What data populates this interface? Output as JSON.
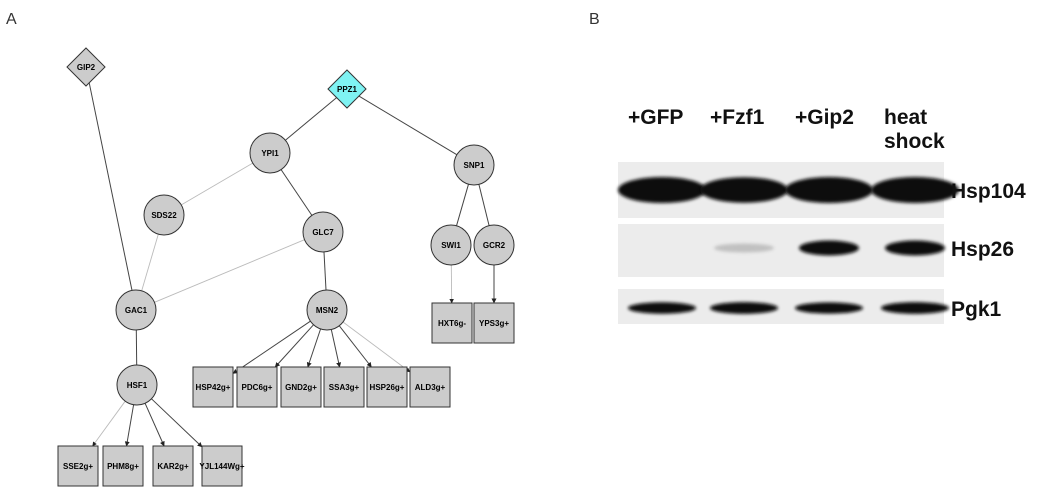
{
  "panels": {
    "a": "A",
    "b": "B"
  },
  "network": {
    "colors": {
      "node": "#cccccc",
      "highlight": "#7ff3f3",
      "stroke": "#333333",
      "edge_solid": "#444444",
      "edge_light": "#bbbbbb"
    },
    "nodes": [
      {
        "id": "GIP2",
        "label": "GIP2",
        "shape": "diamond"
      },
      {
        "id": "PPZ1",
        "label": "PPZ1",
        "shape": "diamond",
        "highlight": true
      },
      {
        "id": "YPI1",
        "label": "YPI1",
        "shape": "circle"
      },
      {
        "id": "SNP1",
        "label": "SNP1",
        "shape": "circle"
      },
      {
        "id": "SDS22",
        "label": "SDS22",
        "shape": "circle"
      },
      {
        "id": "GLC7",
        "label": "GLC7",
        "shape": "circle"
      },
      {
        "id": "SWI1",
        "label": "SWI1",
        "shape": "circle"
      },
      {
        "id": "GCR2",
        "label": "GCR2",
        "shape": "circle"
      },
      {
        "id": "GAC1",
        "label": "GAC1",
        "shape": "circle"
      },
      {
        "id": "MSN2",
        "label": "MSN2",
        "shape": "circle"
      },
      {
        "id": "HSF1",
        "label": "HSF1",
        "shape": "circle"
      },
      {
        "id": "HXT6g-",
        "label": "HXT6g-",
        "shape": "square"
      },
      {
        "id": "YPS3g+",
        "label": "YPS3g+",
        "shape": "square"
      },
      {
        "id": "HSP42g+",
        "label": "HSP42g+",
        "shape": "square"
      },
      {
        "id": "PDC6g+",
        "label": "PDC6g+",
        "shape": "square"
      },
      {
        "id": "GND2g+",
        "label": "GND2g+",
        "shape": "square"
      },
      {
        "id": "SSA3g+",
        "label": "SSA3g+",
        "shape": "square"
      },
      {
        "id": "HSP26g+",
        "label": "HSP26g+",
        "shape": "square"
      },
      {
        "id": "ALD3g+",
        "label": "ALD3g+",
        "shape": "square"
      },
      {
        "id": "SSE2g+",
        "label": "SSE2g+",
        "shape": "square"
      },
      {
        "id": "PHM8g+",
        "label": "PHM8g+",
        "shape": "square"
      },
      {
        "id": "KAR2g+",
        "label": "KAR2g+",
        "shape": "square"
      },
      {
        "id": "YJL144Wg+",
        "label": "YJL144Wg+",
        "shape": "square"
      }
    ],
    "edges": [
      {
        "from": "PPZ1",
        "to": "YPI1",
        "style": "solid"
      },
      {
        "from": "PPZ1",
        "to": "SNP1",
        "style": "solid"
      },
      {
        "from": "GIP2",
        "to": "GAC1",
        "style": "solid"
      },
      {
        "from": "YPI1",
        "to": "SDS22",
        "style": "light"
      },
      {
        "from": "YPI1",
        "to": "GLC7",
        "style": "solid"
      },
      {
        "from": "SDS22",
        "to": "GAC1",
        "style": "light"
      },
      {
        "from": "GLC7",
        "to": "GAC1",
        "style": "light"
      },
      {
        "from": "GLC7",
        "to": "MSN2",
        "style": "solid"
      },
      {
        "from": "SNP1",
        "to": "SWI1",
        "style": "solid"
      },
      {
        "from": "SNP1",
        "to": "GCR2",
        "style": "solid"
      },
      {
        "from": "SWI1",
        "to": "HXT6g-",
        "style": "light",
        "arrow": true
      },
      {
        "from": "GCR2",
        "to": "YPS3g+",
        "style": "solid",
        "arrow": true
      },
      {
        "from": "GAC1",
        "to": "HSF1",
        "style": "solid"
      },
      {
        "from": "MSN2",
        "to": "HSP42g+",
        "style": "solid",
        "arrow": true
      },
      {
        "from": "MSN2",
        "to": "PDC6g+",
        "style": "solid",
        "arrow": true
      },
      {
        "from": "MSN2",
        "to": "GND2g+",
        "style": "solid",
        "arrow": true
      },
      {
        "from": "MSN2",
        "to": "SSA3g+",
        "style": "solid",
        "arrow": true
      },
      {
        "from": "MSN2",
        "to": "HSP26g+",
        "style": "solid",
        "arrow": true
      },
      {
        "from": "MSN2",
        "to": "ALD3g+",
        "style": "light",
        "arrow": true
      },
      {
        "from": "HSF1",
        "to": "SSE2g+",
        "style": "light",
        "arrow": true
      },
      {
        "from": "HSF1",
        "to": "PHM8g+",
        "style": "solid",
        "arrow": true
      },
      {
        "from": "HSF1",
        "to": "KAR2g+",
        "style": "solid",
        "arrow": true
      },
      {
        "from": "HSF1",
        "to": "YJL144Wg+",
        "style": "solid",
        "arrow": true
      }
    ]
  },
  "blot": {
    "lanes": [
      "+GFP",
      "+Fzf1",
      "+Gip2",
      "heat\nshock"
    ],
    "rows": [
      {
        "label": "Hsp104",
        "intensity": [
          1.0,
          0.95,
          1.0,
          1.0
        ]
      },
      {
        "label": "Hsp26",
        "intensity": [
          0.0,
          0.03,
          0.85,
          0.85
        ]
      },
      {
        "label": "Pgk1",
        "intensity": [
          0.9,
          0.95,
          0.85,
          0.95
        ]
      }
    ],
    "colors": {
      "band": "#0a0a0a",
      "strip": "#ececec"
    }
  }
}
